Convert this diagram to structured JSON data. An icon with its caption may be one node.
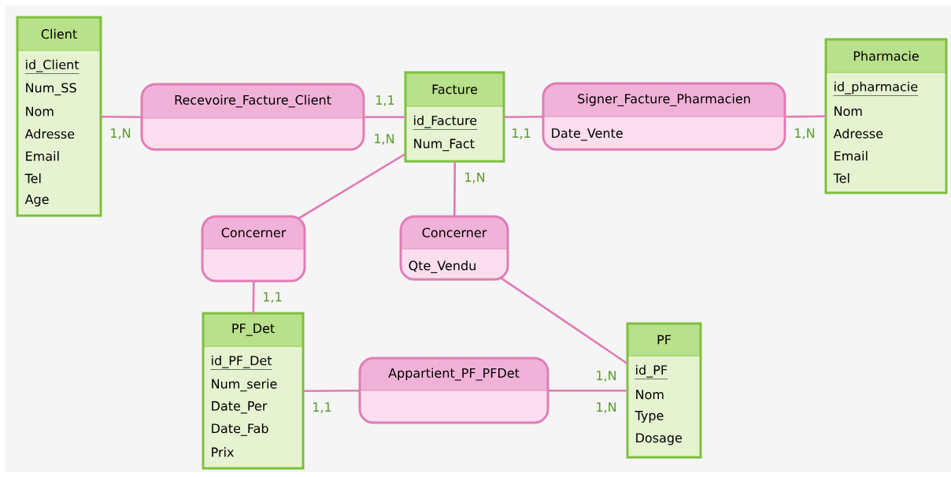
{
  "diagram": {
    "nodes": [
      {
        "text": [
          "Client",
          "id_Client",
          "Num_SS",
          "Nom",
          "Adresse",
          "Email",
          "Tel",
          "Age"
        ]
      },
      {
        "text": [
          "Recevoire_Facture_Client"
        ]
      },
      {
        "text": [
          "Facture",
          "id_Facture",
          "Num_Fact"
        ]
      },
      {
        "text": [
          "Signer_Facture_Pharmacien",
          "Date_Vente"
        ]
      },
      {
        "text": [
          "Pharmacie",
          "id_pharmacie",
          "Nom",
          "Adresse",
          "Email",
          "Tel"
        ]
      },
      {
        "text": [
          "Concerner"
        ]
      },
      {
        "text": [
          "Concerner",
          "Qte_Vendu"
        ]
      },
      {
        "text": [
          "PF_Det",
          "id_PF_Det",
          "Num_serie",
          "Date_Per",
          "Date_Fab",
          "Prix"
        ]
      },
      {
        "text": [
          "Appartient_PF_PFDet"
        ]
      },
      {
        "text": [
          "PF",
          "id_PF",
          "Nom",
          "Type",
          "Dosage"
        ]
      }
    ],
    "edges": [
      {
        "from": 0,
        "to": 1,
        "arrow": "none",
        "label": "1,N"
      },
      {
        "from": 2,
        "to": 1,
        "arrow": "none",
        "label": "1,1"
      },
      {
        "from": 2,
        "to": 3,
        "arrow": "none",
        "label": "1,1"
      },
      {
        "from": 4,
        "to": 3,
        "arrow": "none",
        "label": "1,N"
      },
      {
        "from": 2,
        "to": 5,
        "arrow": "none",
        "label": "1,N"
      },
      {
        "from": 7,
        "to": 5,
        "arrow": "none",
        "label": "1,1"
      },
      {
        "from": 2,
        "to": 6,
        "arrow": "none",
        "label": "1,N"
      },
      {
        "from": 9,
        "to": 6,
        "arrow": "none",
        "label": "1,N"
      },
      {
        "from": 7,
        "to": 8,
        "arrow": "none",
        "label": "1,1"
      },
      {
        "from": 9,
        "to": 8,
        "arrow": "none",
        "label": "1,N"
      }
    ]
  }
}
